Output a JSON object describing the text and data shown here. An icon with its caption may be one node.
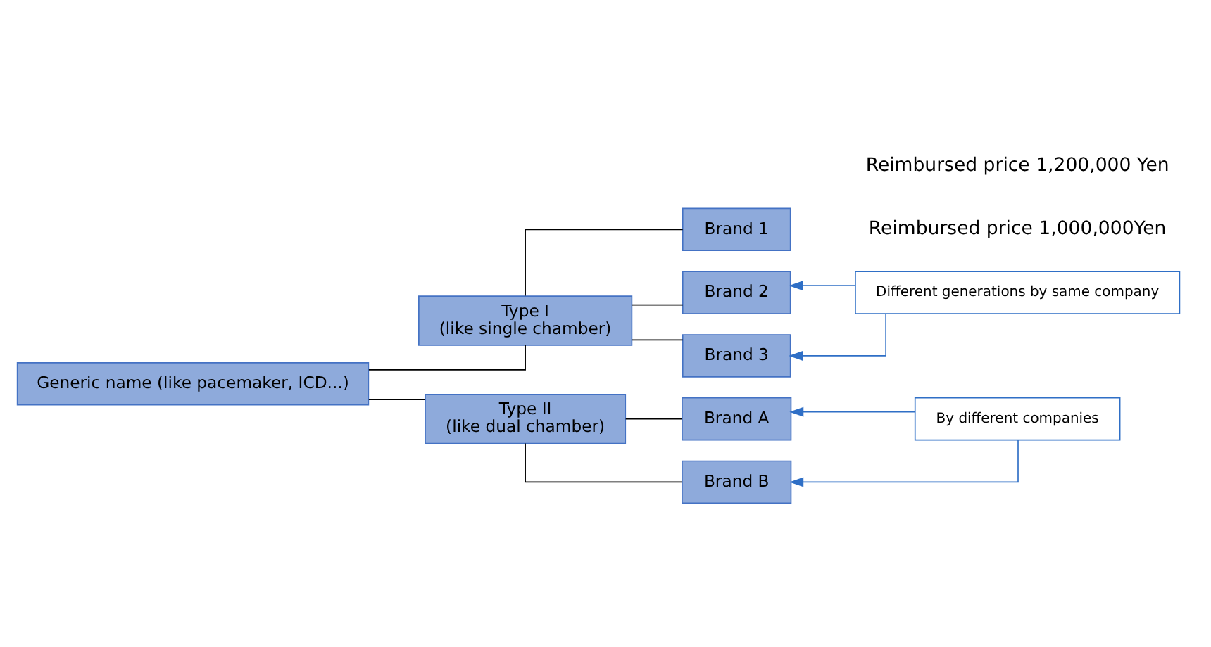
{
  "diagram": {
    "nodes": [
      {
        "text": [
          "Generic name (like pacemaker, ICD...)"
        ]
      },
      {
        "text": [
          "Type I",
          "(like single chamber)"
        ]
      },
      {
        "text": [
          "Brand 1"
        ]
      },
      {
        "text": [
          "Brand 2"
        ]
      },
      {
        "text": [
          "Brand 3"
        ]
      },
      {
        "text": [
          "Type II",
          "(like dual chamber)"
        ]
      },
      {
        "text": [
          "Brand A"
        ]
      },
      {
        "text": [
          "Brand B"
        ]
      },
      {
        "text": [
          "Different generations by same company"
        ]
      },
      {
        "text": [
          "By different companies"
        ]
      }
    ],
    "edges": [
      {
        "from": 0,
        "to": 1,
        "arrow": "none"
      },
      {
        "from": 0,
        "to": 5,
        "arrow": "none"
      },
      {
        "from": 1,
        "to": 2,
        "arrow": "none"
      },
      {
        "from": 1,
        "to": 3,
        "arrow": "none"
      },
      {
        "from": 1,
        "to": 4,
        "arrow": "none"
      },
      {
        "from": 5,
        "to": 6,
        "arrow": "none"
      },
      {
        "from": 5,
        "to": 7,
        "arrow": "none"
      },
      {
        "from": 8,
        "to": 3,
        "arrow": "to",
        "color": "#2f6fc6"
      },
      {
        "from": 8,
        "to": 4,
        "arrow": "to",
        "color": "#2f6fc6"
      },
      {
        "from": 9,
        "to": 6,
        "arrow": "to",
        "color": "#2f6fc6"
      },
      {
        "from": 9,
        "to": 7,
        "arrow": "to",
        "color": "#2f6fc6"
      }
    ],
    "labels": [
      "Reimbursed price 1,000,000Yen",
      "Reimbursed price 1,200,000 Yen"
    ]
  }
}
